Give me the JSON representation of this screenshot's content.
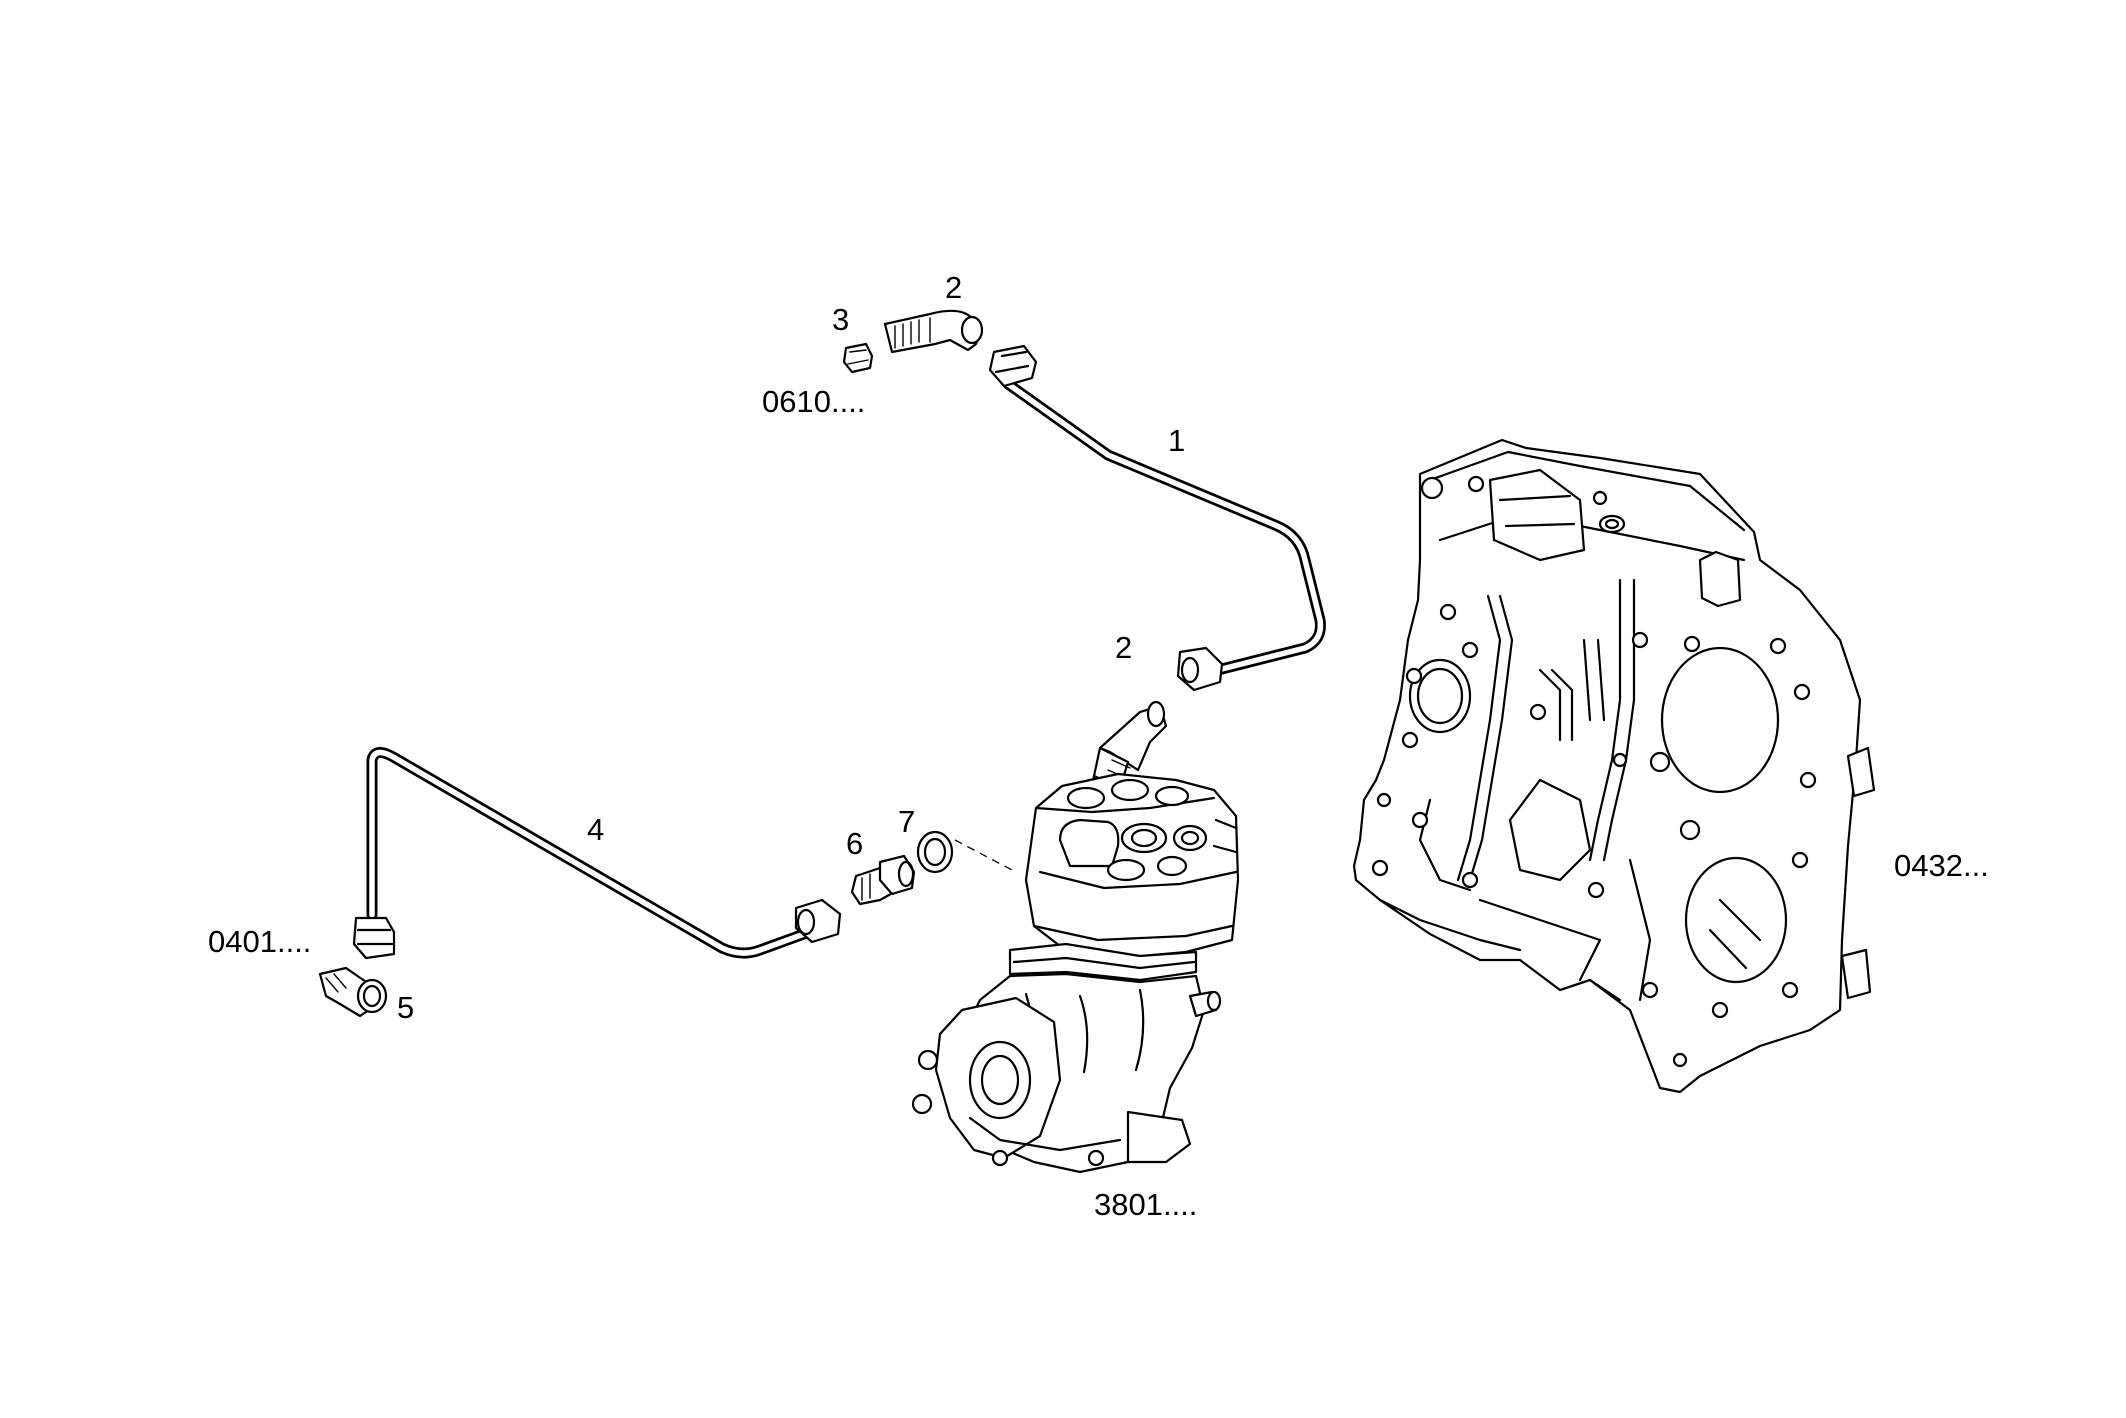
{
  "callouts": {
    "pipe_upper": "1",
    "fitting_upper": "2",
    "fitting_lower": "2",
    "plug": "3",
    "pipe_lower": "4",
    "elbow": "5",
    "adapter": "6",
    "seal": "7"
  },
  "references": {
    "upper_ref": "0610....",
    "left_ref": "0401....",
    "compressor_ref": "3801....",
    "cover_ref": "0432..."
  }
}
